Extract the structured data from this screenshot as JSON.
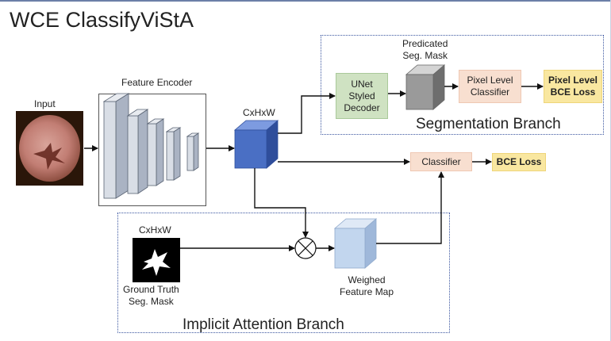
{
  "title": "WCE ClassifyViStA",
  "input_label": "Input",
  "encoder_label": "Feature Encoder",
  "feature_dims_label": "CxHxW",
  "segmentation_branch": {
    "label": "Segmentation Branch",
    "decoder": [
      "UNet",
      "Styled",
      "Decoder"
    ],
    "predicted_mask_label": [
      "Predicated",
      "Seg. Mask"
    ],
    "pixel_classifier": [
      "Pixel Level",
      "Classifier"
    ],
    "pixel_loss": [
      "Pixel Level",
      "BCE Loss"
    ]
  },
  "classifier_label": "Classifier",
  "bce_loss_label": "BCE Loss",
  "attention_branch": {
    "label": "Implicit Attention Branch",
    "mask_dims_label": "CxHxW",
    "ground_truth_label": [
      "Ground Truth",
      "Seg. Mask"
    ],
    "weighed_map_label": [
      "Weighed",
      "Feature Map"
    ],
    "operator": "⊗"
  },
  "colors": {
    "feature_cube": "#4a6fc4",
    "decoder_block": "#cfe2c2",
    "classifier_block": "#f8dfd0",
    "loss_block": "#f9e7a0",
    "weighed_cube": "#c2d6ee",
    "predicted_cube": "#9a9a9a",
    "branch_border": "#3b56a0"
  }
}
